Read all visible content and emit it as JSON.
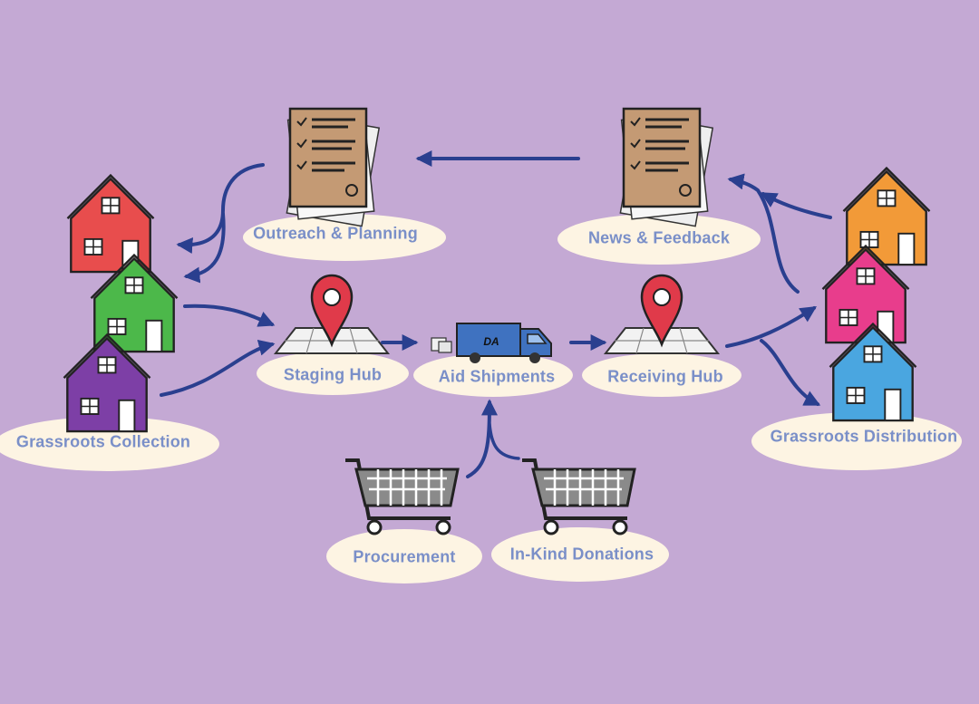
{
  "colors": {
    "background": "#c4a9d4",
    "arrow": "#2a3f8f",
    "label_text": "#7a8fc8",
    "cloud": "#fdf4e3",
    "pin": "#e03a4a",
    "truck": "#3f72c0",
    "document": "#c49a74"
  },
  "nodes": {
    "outreach": {
      "label": "Outreach & Planning",
      "icon": "document-icon"
    },
    "news": {
      "label": "News & Feedback",
      "icon": "document-icon"
    },
    "collection": {
      "label": "Grassroots Collection",
      "icon": "house-icon"
    },
    "staging": {
      "label": "Staging Hub",
      "icon": "map-pin-icon"
    },
    "shipments": {
      "label": "Aid Shipments",
      "icon": "truck-icon",
      "truck_text": "DA"
    },
    "receiving": {
      "label": "Receiving Hub",
      "icon": "map-pin-icon"
    },
    "distribution": {
      "label": "Grassroots Distribution",
      "icon": "house-icon"
    },
    "procurement": {
      "label": "Procurement",
      "icon": "shopping-cart-icon"
    },
    "donations": {
      "label": "In-Kind Donations",
      "icon": "shopping-cart-icon"
    }
  },
  "houses": {
    "collection": [
      {
        "color": "#e84d4d"
      },
      {
        "color": "#4cb84a"
      },
      {
        "color": "#7d3fa6"
      }
    ],
    "distribution": [
      {
        "color": "#f29a38"
      },
      {
        "color": "#e83d8c"
      },
      {
        "color": "#4aa6e0"
      }
    ]
  },
  "edges": [
    {
      "from": "news",
      "to": "outreach"
    },
    {
      "from": "outreach",
      "to": "collection"
    },
    {
      "from": "collection",
      "to": "staging"
    },
    {
      "from": "staging",
      "to": "shipments"
    },
    {
      "from": "shipments",
      "to": "receiving"
    },
    {
      "from": "receiving",
      "to": "distribution"
    },
    {
      "from": "distribution",
      "to": "news"
    },
    {
      "from": "procurement",
      "to": "shipments"
    },
    {
      "from": "donations",
      "to": "shipments"
    }
  ]
}
